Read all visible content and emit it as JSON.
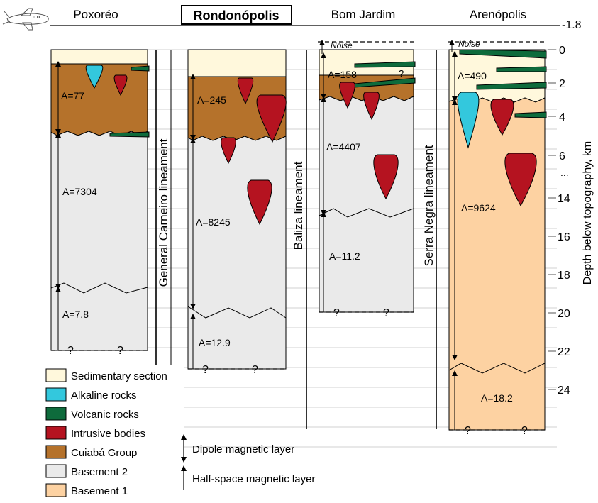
{
  "site_names": {
    "poxoreo": "Poxoréo",
    "rondonopolis": "Rondonópolis",
    "bom_jardim": "Bom Jardim",
    "arenopolis": "Arenópolis"
  },
  "lineaments": {
    "general_carneiro": "General Carneiro lineament",
    "baliza": "Baliza lineament",
    "serra_negra": "Serra Negra lineament"
  },
  "axis": {
    "title": "Depth below topography, km",
    "top_value": "-1.8",
    "ticks": [
      "0",
      "2",
      "4",
      "6",
      "...",
      "14",
      "16",
      "18",
      "20",
      "22",
      "24"
    ]
  },
  "labels": {
    "noise": "Noise",
    "unknown": "?"
  },
  "amplitudes": {
    "poxoreo_1": "A=77",
    "poxoreo_2": "A=7304",
    "poxoreo_3": "A=7.8",
    "rondonopolis_1": "A=245",
    "rondonopolis_2": "A=8245",
    "rondonopolis_3": "A=12.9",
    "bom_jardim_1": "A=158",
    "bom_jardim_2": "A=4407",
    "bom_jardim_3": "A=11.2",
    "arenopolis_1": "A=490",
    "arenopolis_2": "A=9624",
    "arenopolis_3": "A=18.2"
  },
  "legend": {
    "sedimentary": "Sedimentary section",
    "alkaline": "Alkaline rocks",
    "volcanic": "Volcanic rocks",
    "intrusive": "Intrusive bodies",
    "cuiaba": "Cuiabá Group",
    "basement2": "Basement 2",
    "basement1": "Basement 1",
    "dipole": "Dipole magnetic layer",
    "halfspace": "Half-space magnetic layer"
  },
  "colors": {
    "sedimentary": "#fff8dc",
    "alkaline": "#33c8dd",
    "volcanic": "#0e6b3c",
    "intrusive": "#b51320",
    "cuiaba": "#b5722b",
    "basement2": "#eaeaea",
    "basement1": "#fdd2a2"
  }
}
